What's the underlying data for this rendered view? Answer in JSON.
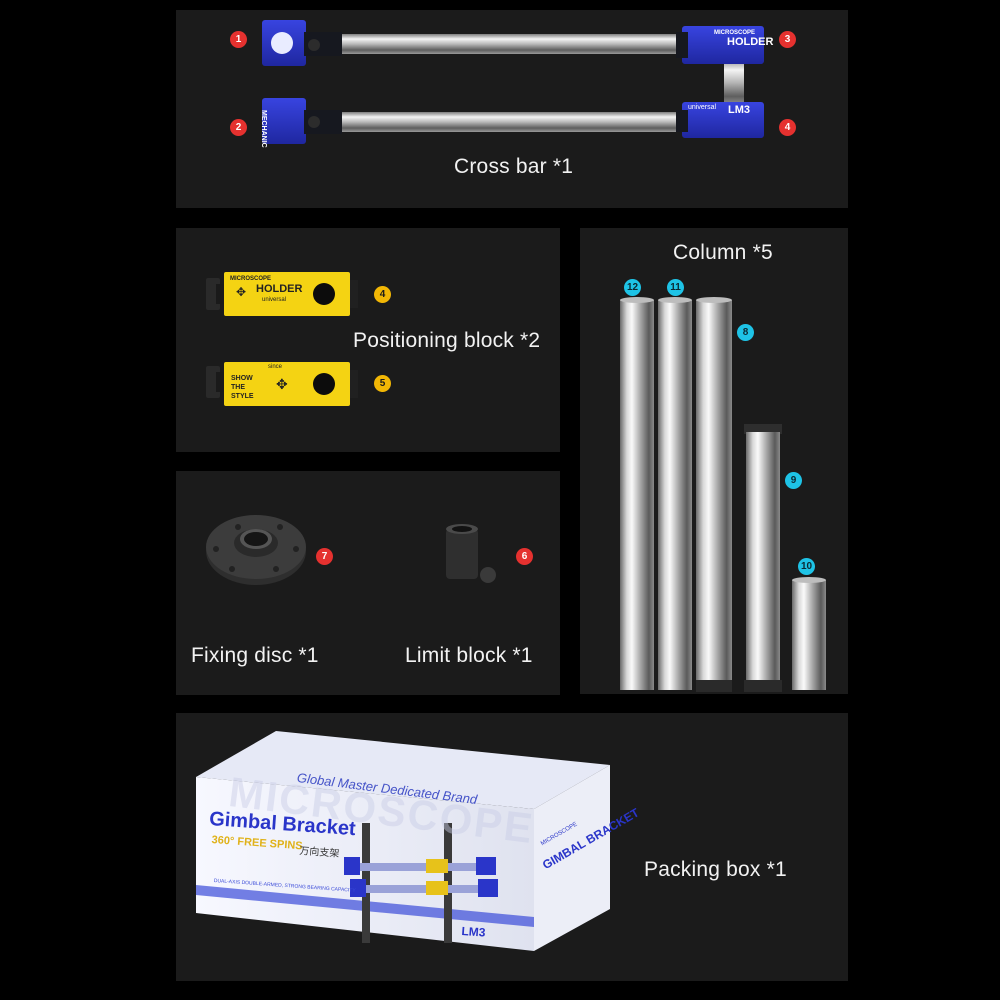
{
  "panels": {
    "cross_bar": {
      "label": "Cross bar *1",
      "badges": [
        "1",
        "2",
        "3",
        "4"
      ],
      "end_text_a": "MICROSCOPE",
      "end_text_b": "HOLDER",
      "end_text_c": "universal",
      "end_text_d": "LM3",
      "end_text_e": "MECHANIC"
    },
    "positioning_block": {
      "label": "Positioning block *2",
      "badges": [
        "4",
        "5"
      ],
      "block_a": {
        "line1": "MICROSCOPE",
        "line2": "HOLDER",
        "line3": "universal"
      },
      "block_b": {
        "line1": "SHOW",
        "line2": "THE",
        "line3": "STYLE",
        "tag": "since"
      }
    },
    "column": {
      "label": "Column *5",
      "badges": [
        "12",
        "11",
        "8",
        "9",
        "10"
      ]
    },
    "fixing_disc": {
      "label": "Fixing disc *1",
      "badge": "7"
    },
    "limit_block": {
      "label": "Limit block *1",
      "badge": "6"
    },
    "packing_box": {
      "label": "Packing box *1",
      "top_text": "Global Master Dedicated Brand",
      "watermark": "MICROSCOPE",
      "title": "Gimbal Bracket",
      "subtitle": "360° FREE SPINS",
      "chinese": "万向支架",
      "caption": "DUAL-AXIS DOUBLE-ARMED, STRONG BEARING CAPACITY",
      "side_title": "GIMBAL BRACKET",
      "side_top": "MICROSCOPE",
      "model": "LM3"
    }
  },
  "colors": {
    "blue_anodized": "#2a35c9",
    "yellow_block": "#f4d313",
    "panel_bg": "#1b1b1b"
  }
}
